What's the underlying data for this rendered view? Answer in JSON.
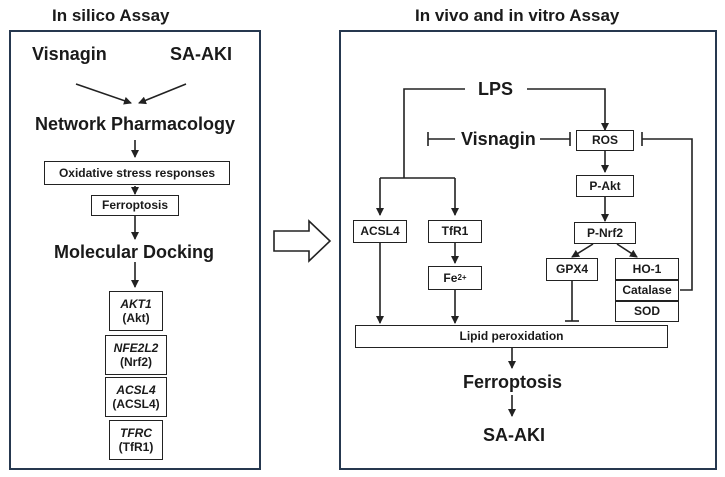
{
  "left": {
    "title": "In silico Assay",
    "visnagin": "Visnagin",
    "saaki": "SA-AKI",
    "network": "Network Pharmacology",
    "oxidative": "Oxidative stress responses",
    "ferroptosis": "Ferroptosis",
    "docking": "Molecular Docking",
    "genes": [
      {
        "gene": "AKT1",
        "protein": "(Akt)"
      },
      {
        "gene": "NFE2L2",
        "protein": "(Nrf2)"
      },
      {
        "gene": "ACSL4",
        "protein": "(ACSL4)"
      },
      {
        "gene": "TFRC",
        "protein": "(TfR1)"
      }
    ]
  },
  "right": {
    "title": "In vivo and in vitro Assay",
    "lps": "LPS",
    "visnagin": "Visnagin",
    "ros": "ROS",
    "pakt": "P-Akt",
    "pnrf2": "P-Nrf2",
    "acsl4": "ACSL4",
    "tfr1": "TfR1",
    "fe": "Fe",
    "fe_sup": "2+",
    "gpx4": "GPX4",
    "ho1": "HO-1",
    "catalase": "Catalase",
    "sod": "SOD",
    "lipid": "Lipid peroxidation",
    "ferroptosis": "Ferroptosis",
    "saaki": "SA-AKI"
  }
}
